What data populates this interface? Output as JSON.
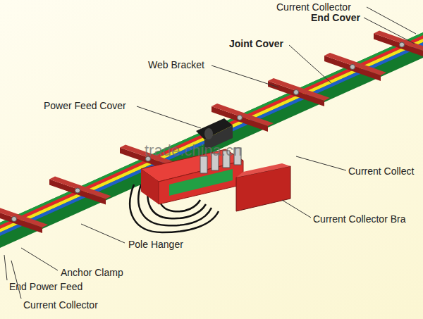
{
  "diagram": {
    "labels": [
      "Current Collector",
      "End Cover",
      "Joint Cover",
      "Web Bracket",
      "Power Feed Cover",
      "trade.china.cn",
      "Current Collect",
      "Current Collector Bra",
      "Pole Hanger",
      "Anchor Clamp",
      "End Power Feed",
      "Current Collector"
    ]
  }
}
